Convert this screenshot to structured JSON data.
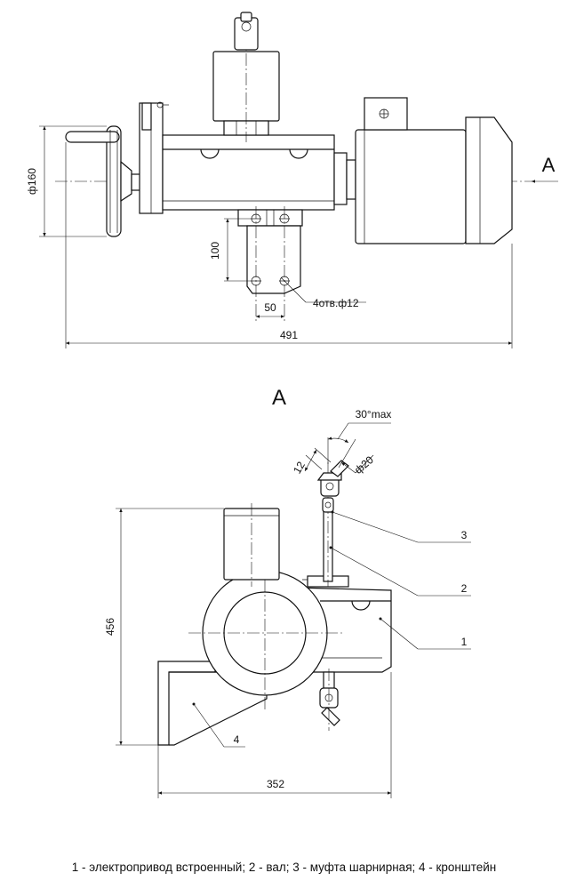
{
  "top_view": {
    "dim_diameter_160": "ф160",
    "dim_100": "100",
    "dim_50": "50",
    "dim_491": "491",
    "holes_note": "4отв.ф12",
    "view_marker": "A"
  },
  "view_a": {
    "title": "A",
    "dim_30max": "30°max",
    "dim_12": "12",
    "dim_20": "ф20",
    "dim_456": "456",
    "dim_352": "352",
    "leader_1": "1",
    "leader_2": "2",
    "leader_3": "3",
    "leader_4": "4"
  },
  "caption": "1 - электропривод встроенный; 2 - вал; 3 - муфта шарнирная; 4 - кронштейн"
}
